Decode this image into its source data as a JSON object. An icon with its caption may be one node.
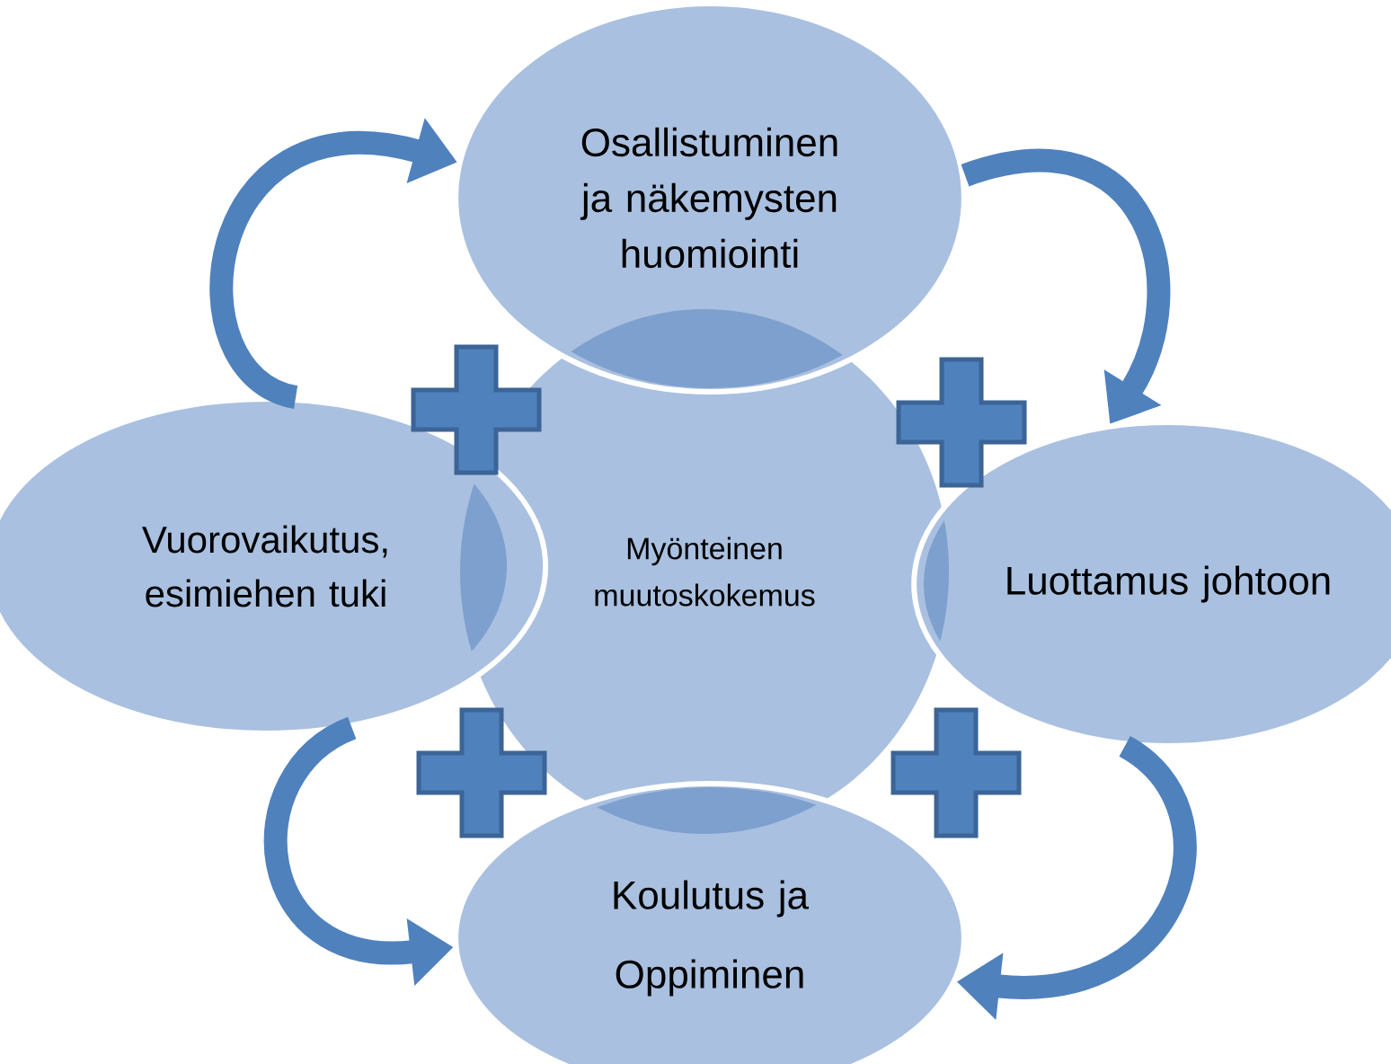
{
  "diagram": {
    "nodes": [
      {
        "text": [
          "Osallistuminen ja näkemysten huomiointi"
        ]
      },
      {
        "text": [
          "Vuorovaikutus, esimiehen tuki"
        ]
      },
      {
        "text": [
          "Myönteinen muutoskokemus"
        ]
      },
      {
        "text": [
          "Luottamus johtoon"
        ]
      },
      {
        "text": [
          "Koulutus ja Oppiminen"
        ]
      }
    ],
    "edges": [
      {
        "from": 1,
        "to": 0,
        "arrow": "to"
      },
      {
        "from": 0,
        "to": 3,
        "arrow": "to"
      },
      {
        "from": 3,
        "to": 4,
        "arrow": "to"
      },
      {
        "from": 1,
        "to": 4,
        "arrow": "to"
      }
    ]
  }
}
